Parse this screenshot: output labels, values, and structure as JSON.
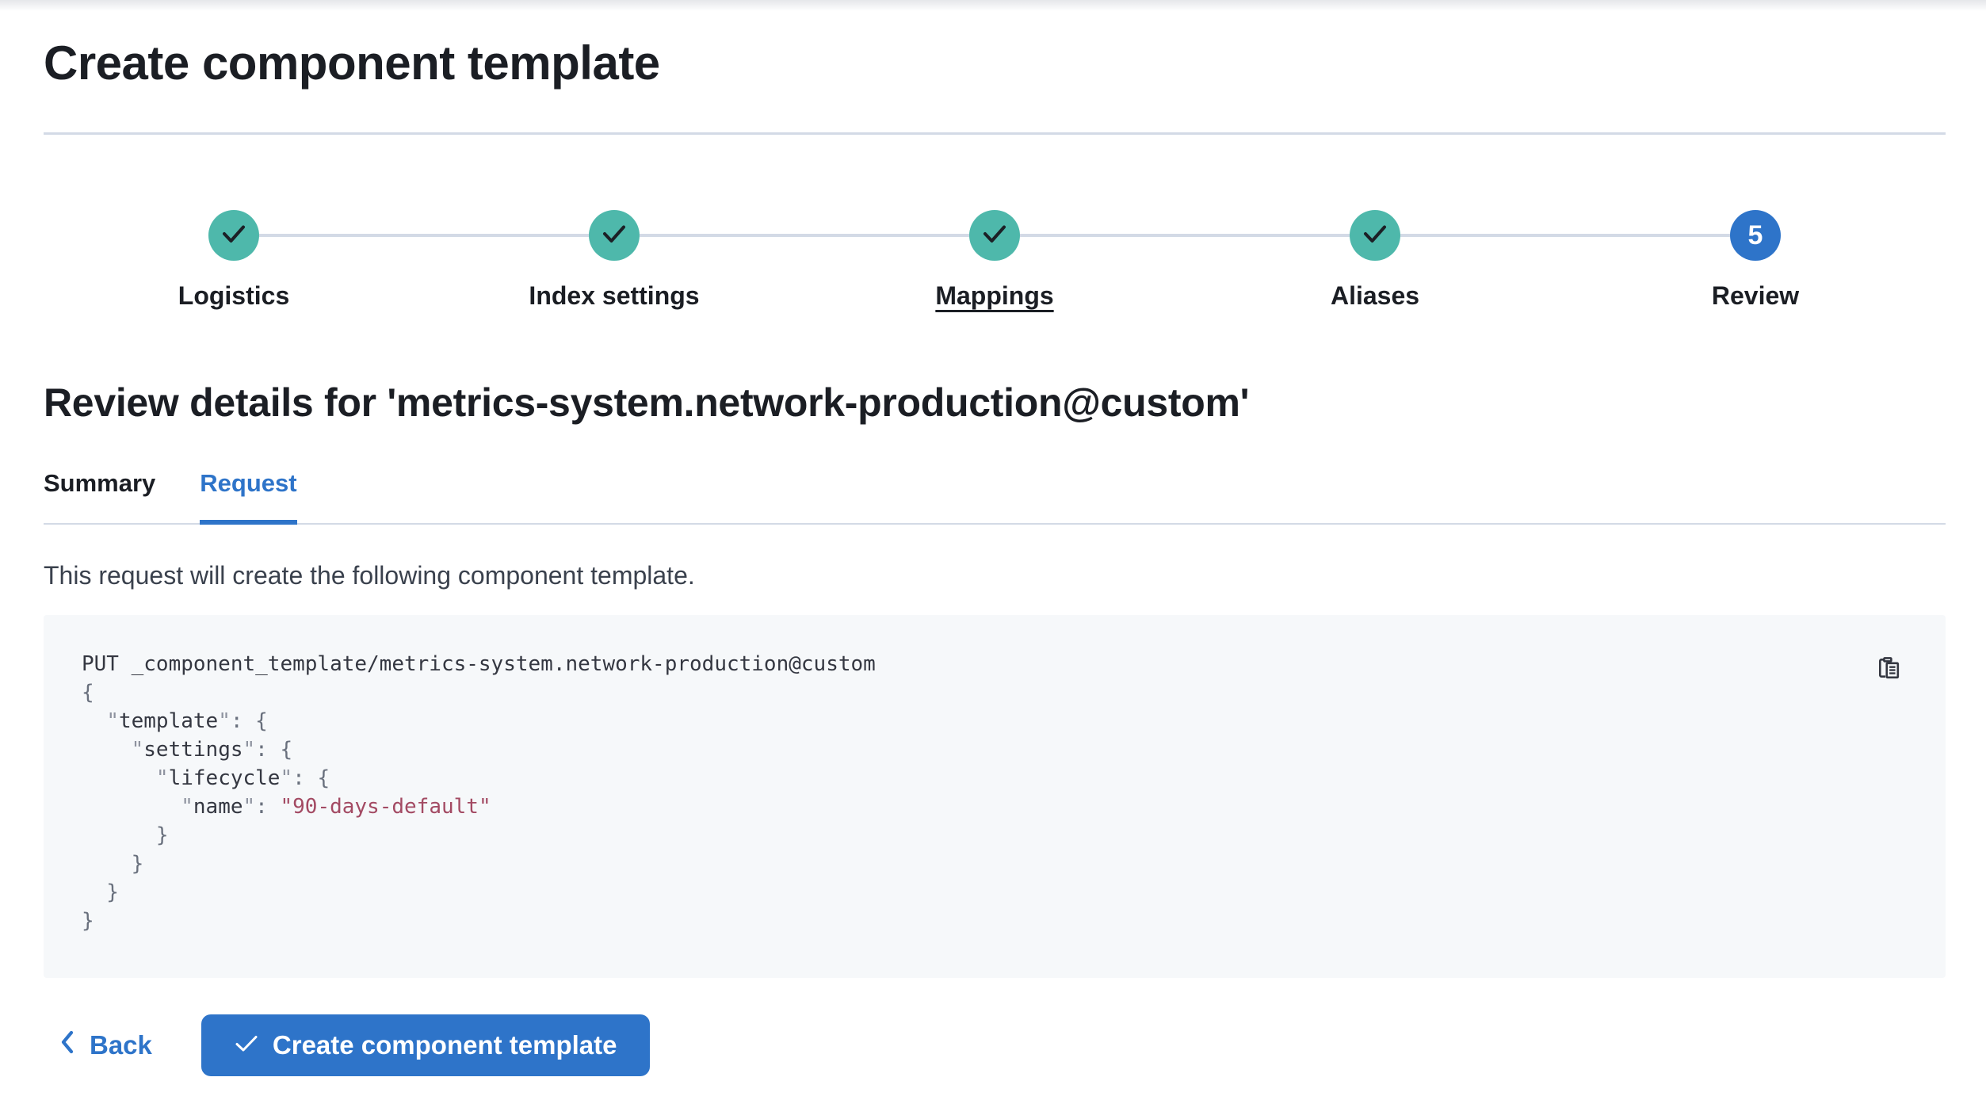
{
  "page": {
    "title": "Create component template"
  },
  "stepper": {
    "steps": [
      {
        "label": "Logistics",
        "status": "complete"
      },
      {
        "label": "Index settings",
        "status": "complete"
      },
      {
        "label": "Mappings",
        "status": "complete",
        "hovered": true
      },
      {
        "label": "Aliases",
        "status": "complete"
      },
      {
        "label": "Review",
        "status": "current",
        "number": "5"
      }
    ]
  },
  "review": {
    "heading": "Review details for 'metrics-system.network-production@custom'",
    "tabs": [
      {
        "label": "Summary",
        "active": false
      },
      {
        "label": "Request",
        "active": true
      }
    ],
    "description": "This request will create the following component template."
  },
  "code_block": {
    "copy_icon": "copy-clipboard-icon",
    "lines": [
      [
        {
          "t": "PUT _component_template/metrics-system.network-production@custom",
          "c": "p"
        }
      ],
      [
        {
          "t": "{",
          "c": "pun"
        }
      ],
      [
        {
          "t": "  ",
          "c": "p"
        },
        {
          "t": "\"",
          "c": "q"
        },
        {
          "t": "template",
          "c": "k"
        },
        {
          "t": "\"",
          "c": "q"
        },
        {
          "t": ": ",
          "c": "pun"
        },
        {
          "t": "{",
          "c": "pun"
        }
      ],
      [
        {
          "t": "    ",
          "c": "p"
        },
        {
          "t": "\"",
          "c": "q"
        },
        {
          "t": "settings",
          "c": "k"
        },
        {
          "t": "\"",
          "c": "q"
        },
        {
          "t": ": ",
          "c": "pun"
        },
        {
          "t": "{",
          "c": "pun"
        }
      ],
      [
        {
          "t": "      ",
          "c": "p"
        },
        {
          "t": "\"",
          "c": "q"
        },
        {
          "t": "lifecycle",
          "c": "k"
        },
        {
          "t": "\"",
          "c": "q"
        },
        {
          "t": ": ",
          "c": "pun"
        },
        {
          "t": "{",
          "c": "pun"
        }
      ],
      [
        {
          "t": "        ",
          "c": "p"
        },
        {
          "t": "\"",
          "c": "q"
        },
        {
          "t": "name",
          "c": "k"
        },
        {
          "t": "\"",
          "c": "q"
        },
        {
          "t": ": ",
          "c": "pun"
        },
        {
          "t": "\"90-days-default\"",
          "c": "s"
        }
      ],
      [
        {
          "t": "      }",
          "c": "pun"
        }
      ],
      [
        {
          "t": "    }",
          "c": "pun"
        }
      ],
      [
        {
          "t": "  }",
          "c": "pun"
        }
      ],
      [
        {
          "t": "}",
          "c": "pun"
        }
      ]
    ]
  },
  "footer": {
    "back_label": "Back",
    "create_label": "Create component template"
  },
  "colors": {
    "accent_blue": "#2E74C9",
    "success_teal": "#4EB8AB",
    "string_rose": "#A34A63",
    "border_gray": "#D3DAE6",
    "code_background": "#F6F8FA",
    "heading_text": "#1b1e24"
  }
}
